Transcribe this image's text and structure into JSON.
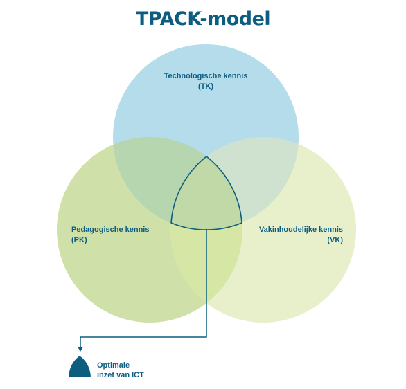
{
  "title": "TPACK-model",
  "circles": {
    "tk": {
      "name": "Technologische kennis",
      "abbr": "(TK)",
      "color": "#b5dceb"
    },
    "pk": {
      "name": "Pedagogische kennis",
      "abbr": "(PK)",
      "color": "#cfe0a8"
    },
    "vk": {
      "name": "Vakinhoudelijke kennis",
      "abbr": "(VK)",
      "color": "#e7efcb"
    }
  },
  "center_outline_color": "#0d5d80",
  "legend": {
    "line1": "Optimale",
    "line2": "inzet van ICT",
    "icon_color": "#0d5d80"
  }
}
